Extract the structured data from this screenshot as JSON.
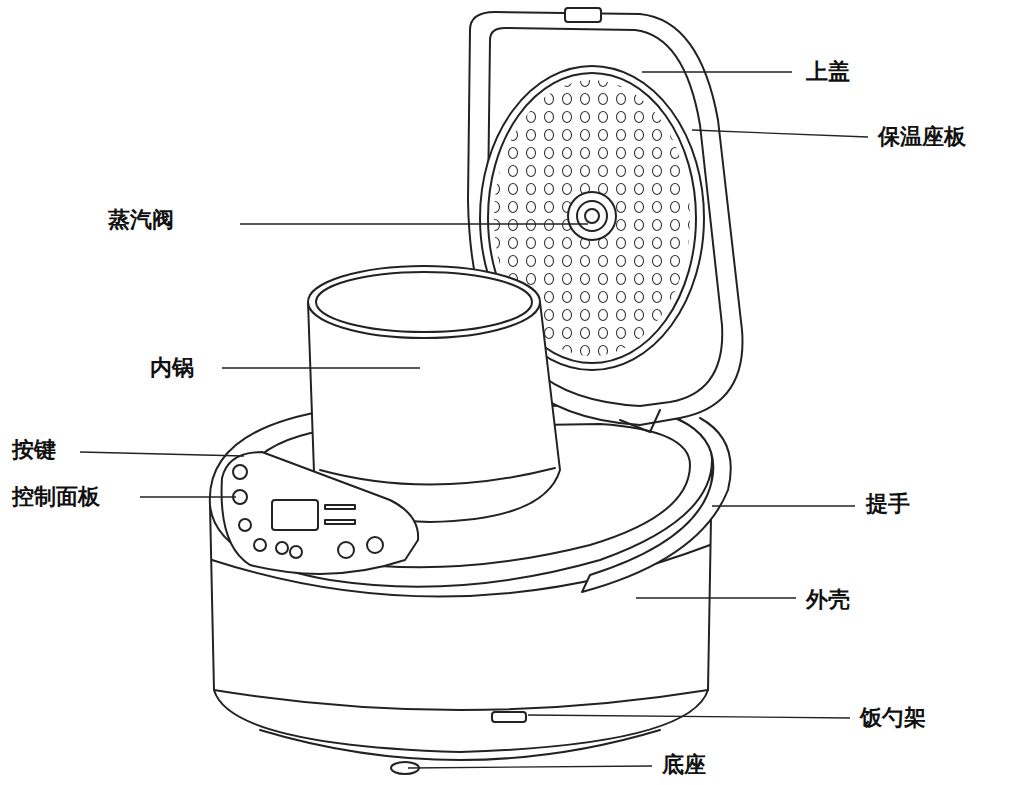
{
  "diagram": {
    "labels": [
      "上盖",
      "保温座板",
      "蒸汽阀",
      "内锅",
      "按键",
      "控制面板",
      "提手",
      "外壳",
      "饭勺架",
      "底座"
    ]
  }
}
